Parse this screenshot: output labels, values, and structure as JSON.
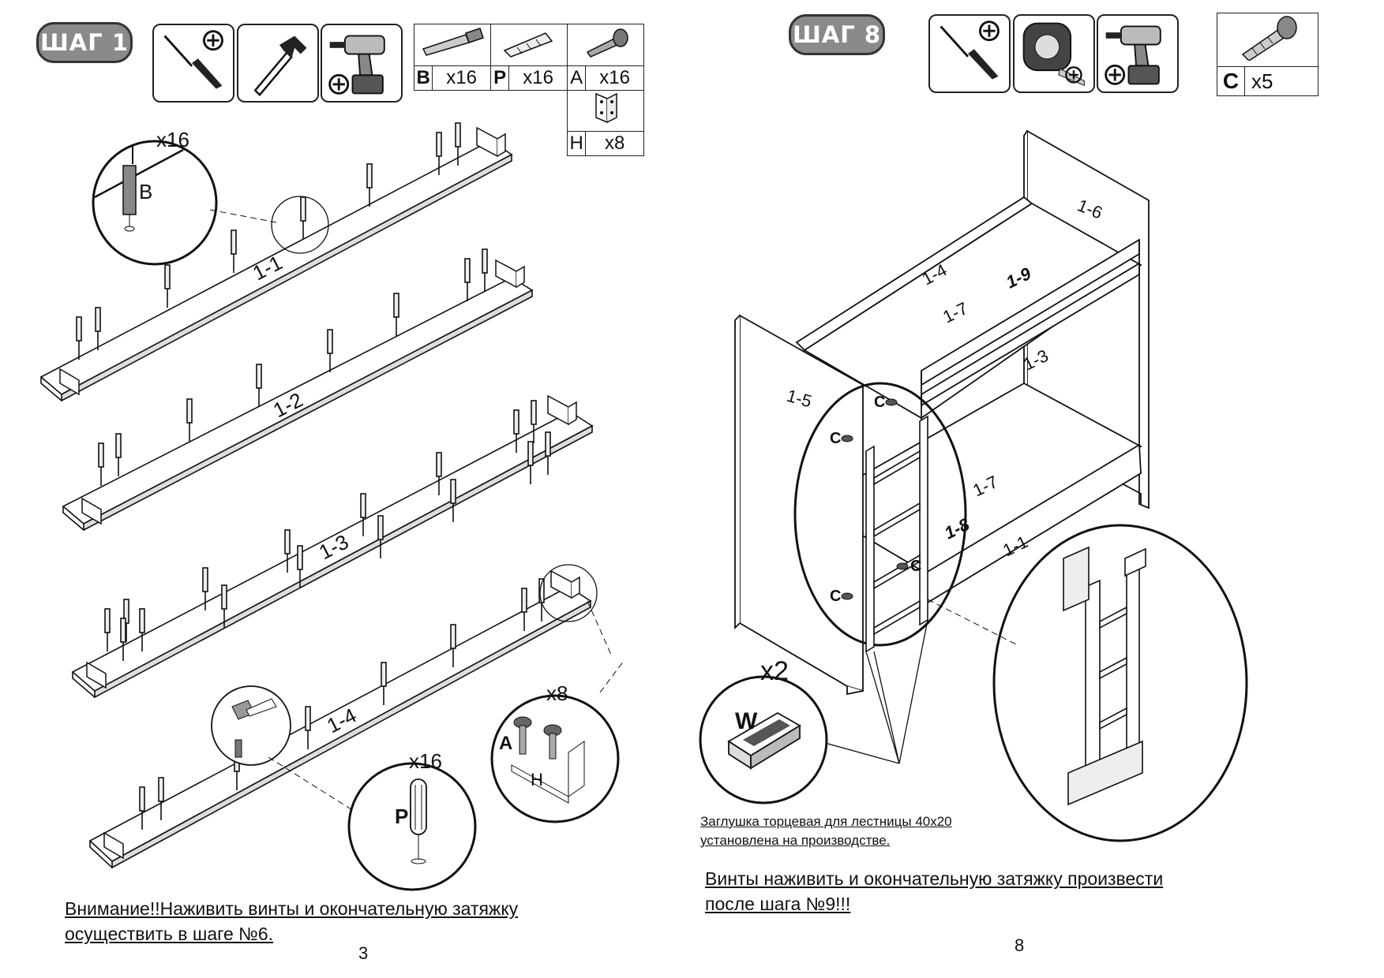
{
  "left_page": {
    "step_badge": "ШАГ 1",
    "tools": [
      {
        "icon": "phillips-screwdriver-icon"
      },
      {
        "icon": "hammer-icon"
      },
      {
        "icon": "power-drill-icon"
      }
    ],
    "parts": [
      {
        "code": "B",
        "qty": "x16",
        "icon": "bolt-dowel-icon"
      },
      {
        "code": "P",
        "qty": "x16",
        "icon": "wooden-dowel-icon"
      },
      {
        "code": "A",
        "qty": "x16",
        "icon": "screw-icon"
      },
      {
        "code": "H",
        "qty": "x8",
        "icon": "corner-bracket-icon"
      }
    ],
    "panels": [
      "1-1",
      "1-2",
      "1-3",
      "1-4"
    ],
    "callouts": {
      "b": {
        "qty": "x16",
        "code": "B"
      },
      "p": {
        "qty": "x16",
        "code": "P"
      },
      "ah": {
        "qty": "x8",
        "code_a": "A",
        "code_h": "H"
      }
    },
    "note_line1": "Внимание!!Наживить винты и окончательную затяжку",
    "note_line2": "осуществить в шаге №6.",
    "page_number": "3"
  },
  "right_page": {
    "step_badge": "ШАГ 8",
    "tools": [
      {
        "icon": "phillips-screwdriver-icon"
      },
      {
        "icon": "tape-measure-icon"
      },
      {
        "icon": "power-drill-icon"
      }
    ],
    "parts": [
      {
        "code": "C",
        "qty": "x5",
        "icon": "screw-icon"
      }
    ],
    "panels": {
      "p14": "1-4",
      "p16": "1-6",
      "p19": "1-9",
      "p17a": "1-7",
      "p13": "1-3",
      "p15": "1-5",
      "p17b": "1-7",
      "p18": "1-8",
      "p11": "1-1"
    },
    "screw_label": "C",
    "plug": {
      "qty": "x2",
      "code": "W"
    },
    "small_note_line1": "Заглушка торцевая для лестницы 40х20",
    "small_note_line2": "установлена на производстве.",
    "note_line1": "Винты наживить и окончательную затяжку произвести",
    "note_line2": "после шага №9!!!",
    "page_number": "8"
  }
}
